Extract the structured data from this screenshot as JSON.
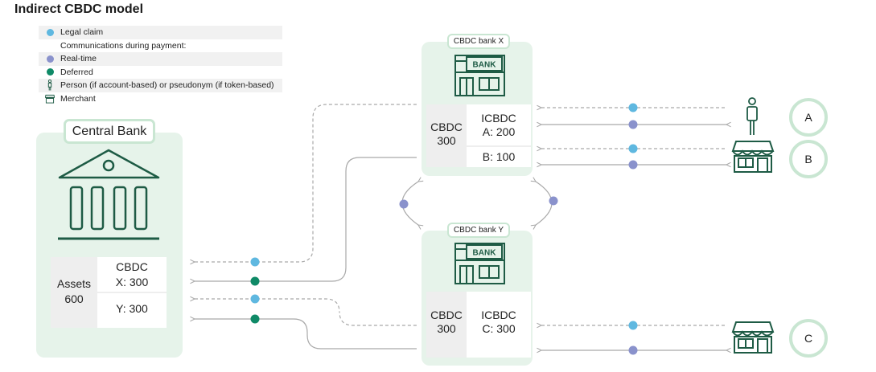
{
  "title": "Indirect CBDC model",
  "colors": {
    "legal_claim": "#5fb8e0",
    "real_time": "#8a92cc",
    "deferred": "#0f8a67",
    "panel": "#e6f3ea",
    "panel_border": "#c9e6d2",
    "icon": "#1e5b45",
    "line": "#a9a9a9"
  },
  "legend": {
    "legal_claim": "Legal claim",
    "comms_header": "Communications during payment:",
    "real_time": "Real-time",
    "deferred": "Deferred",
    "person": "Person (if account-based) or pseudonym (if token-based)",
    "merchant": "Merchant"
  },
  "central_bank": {
    "label": "Central Bank",
    "assets_label": "Assets",
    "assets_value": "600",
    "cbdc_label": "CBDC",
    "x_entry": "X: 300",
    "y_entry": "Y: 300",
    "icon": "central-bank-building-icon"
  },
  "bank_x": {
    "label": "CBDC bank X",
    "sign": "BANK",
    "cbdc_label": "CBDC",
    "cbdc_value": "300",
    "icbdc_label": "ICBDC",
    "a_entry": "A: 200",
    "b_entry": "B: 100",
    "icon": "bank-store-icon"
  },
  "bank_y": {
    "label": "CBDC bank Y",
    "sign": "BANK",
    "cbdc_label": "CBDC",
    "cbdc_value": "300",
    "icbdc_label": "ICBDC",
    "c_entry": "C: 300",
    "icon": "bank-store-icon"
  },
  "users": {
    "a": "A",
    "b": "B",
    "c": "C",
    "a_icon": "person-icon",
    "b_icon": "merchant-icon",
    "c_icon": "merchant-icon"
  }
}
